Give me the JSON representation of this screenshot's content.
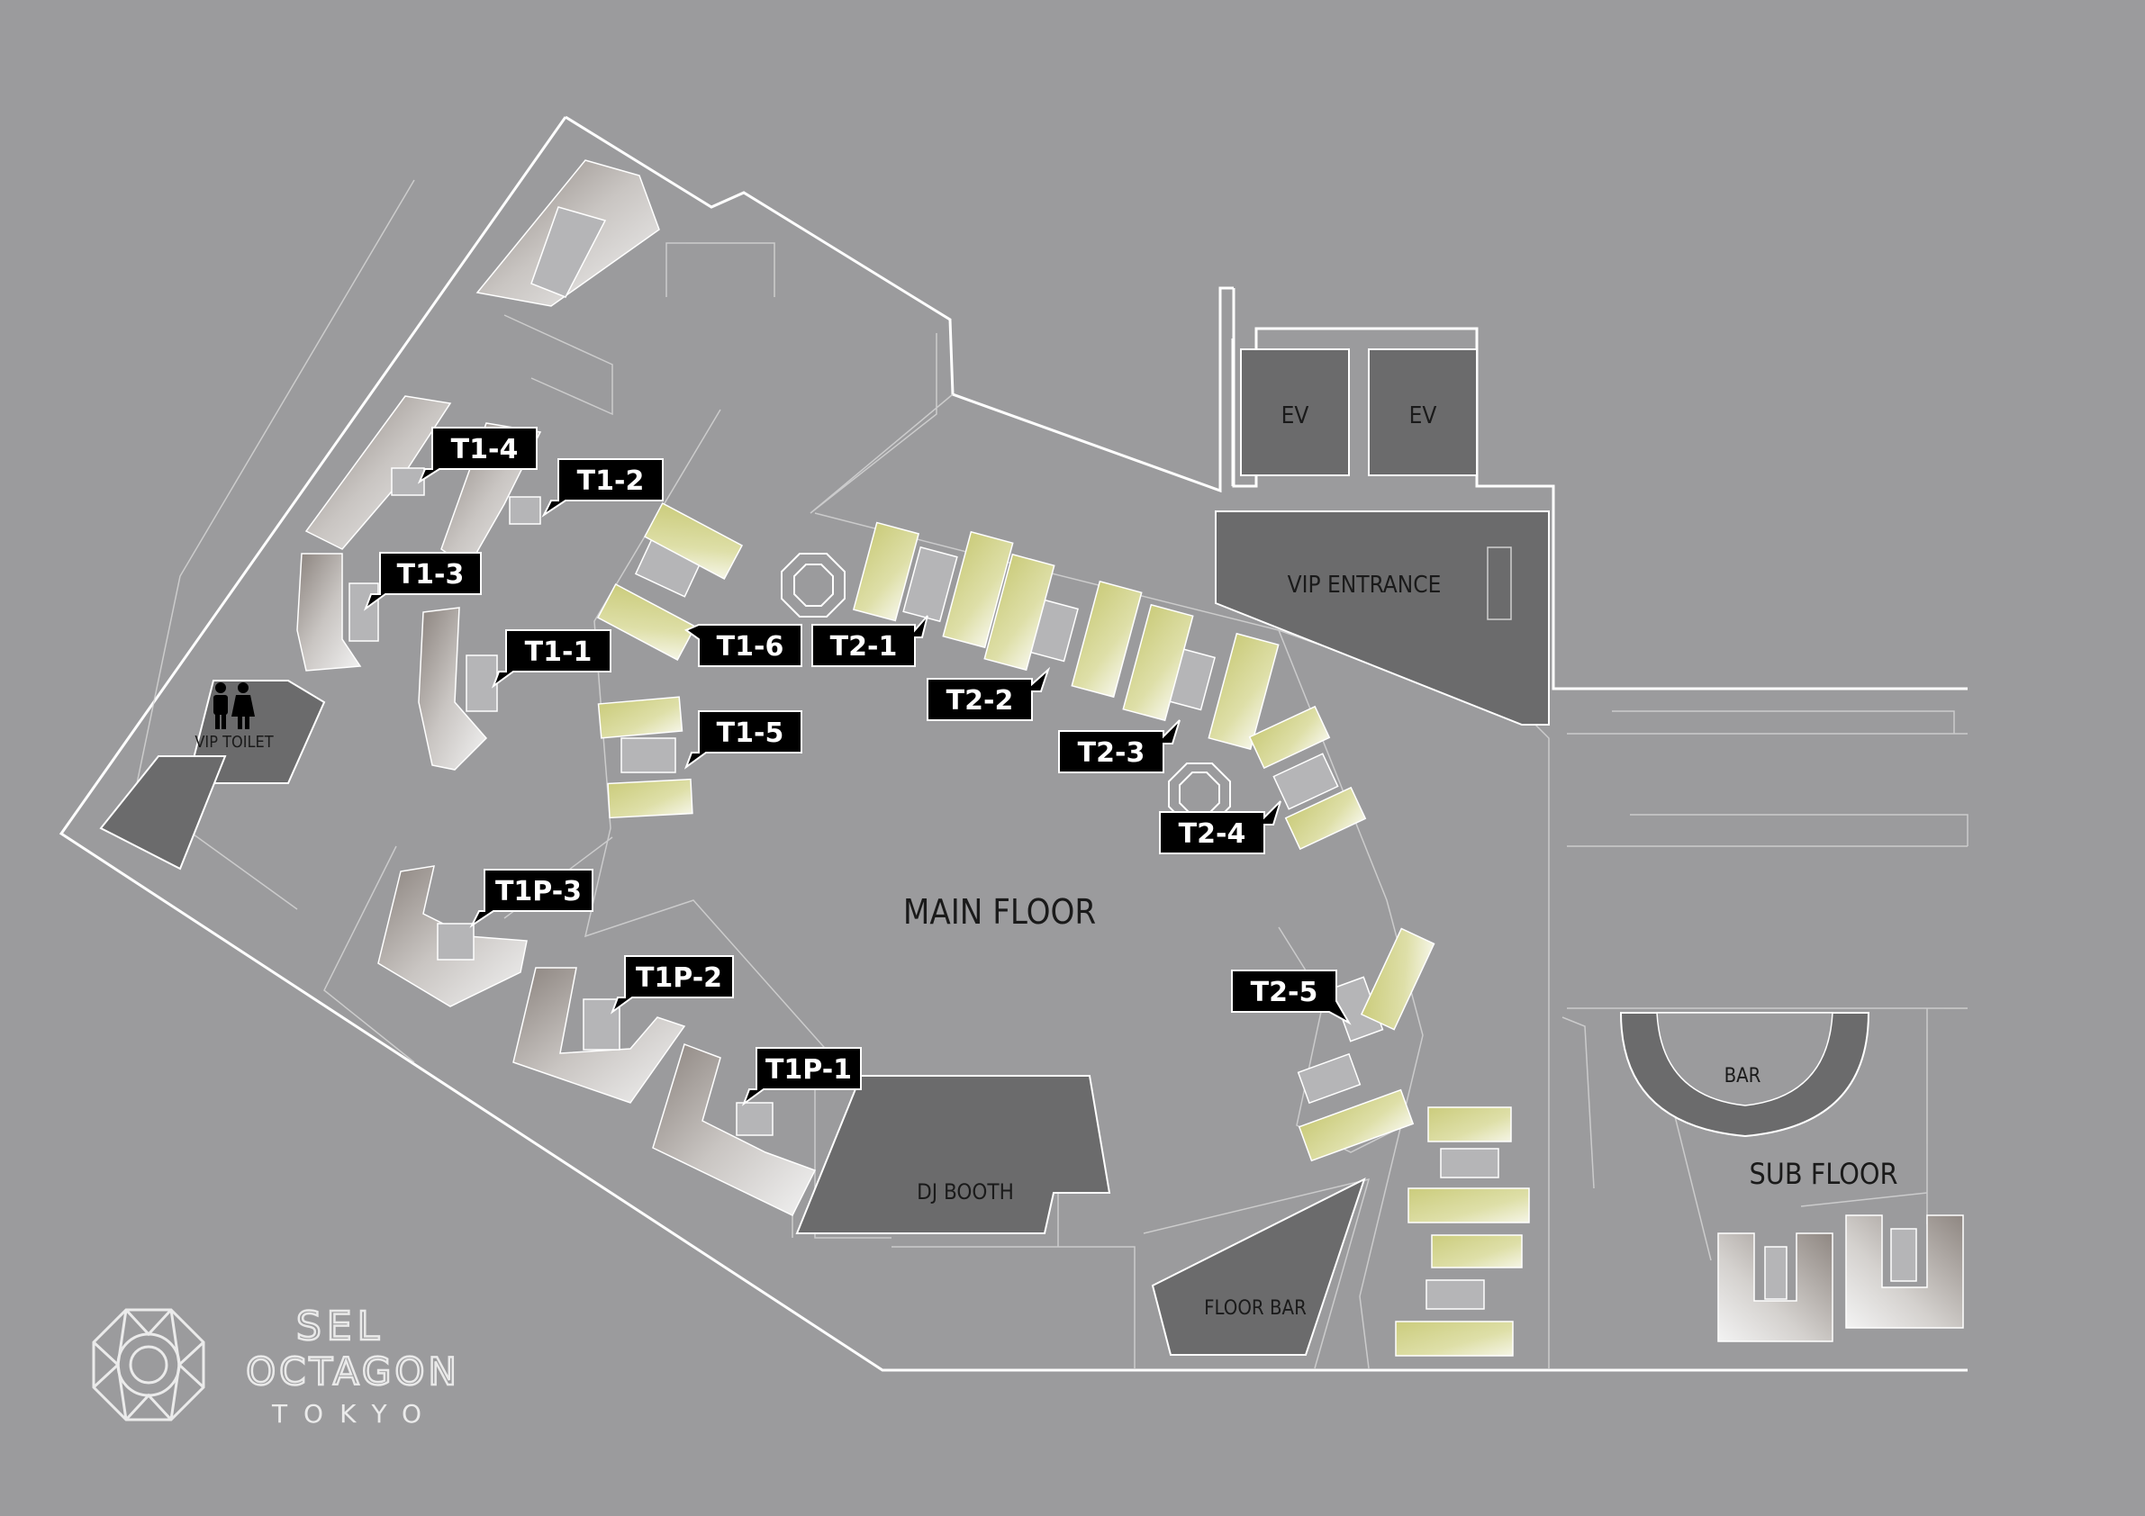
{
  "areas": {
    "main_floor": "MAIN FLOOR",
    "sub_floor": "SUB FLOOR",
    "vip_entrance": "VIP ENTRANCE",
    "vip_toilet": "VIP TOILET",
    "dj_booth": "DJ BOOTH",
    "floor_bar": "FLOOR BAR",
    "bar": "BAR",
    "ev_left": "EV",
    "ev_right": "EV"
  },
  "tables": {
    "t1_1": "T1-1",
    "t1_2": "T1-2",
    "t1_3": "T1-3",
    "t1_4": "T1-4",
    "t1_5": "T1-5",
    "t1_6": "T1-6",
    "t1p_1": "T1P-1",
    "t1p_2": "T1P-2",
    "t1p_3": "T1P-3",
    "t2_1": "T2-1",
    "t2_2": "T2-2",
    "t2_3": "T2-3",
    "t2_4": "T2-4",
    "t2_5": "T2-5"
  },
  "logo": {
    "line1": "SEL",
    "line2": "OCTAGON",
    "line3": "TOKYO"
  },
  "icons": {
    "toilet": "restroom-icon",
    "logo": "octagon-logo-icon"
  },
  "colors": {
    "background": "#9b9b9d",
    "outline": "#ffffff",
    "dark_area": "#6b6b6c",
    "yellow_sofa": "#d6d79a",
    "tag_bg": "#000000"
  }
}
